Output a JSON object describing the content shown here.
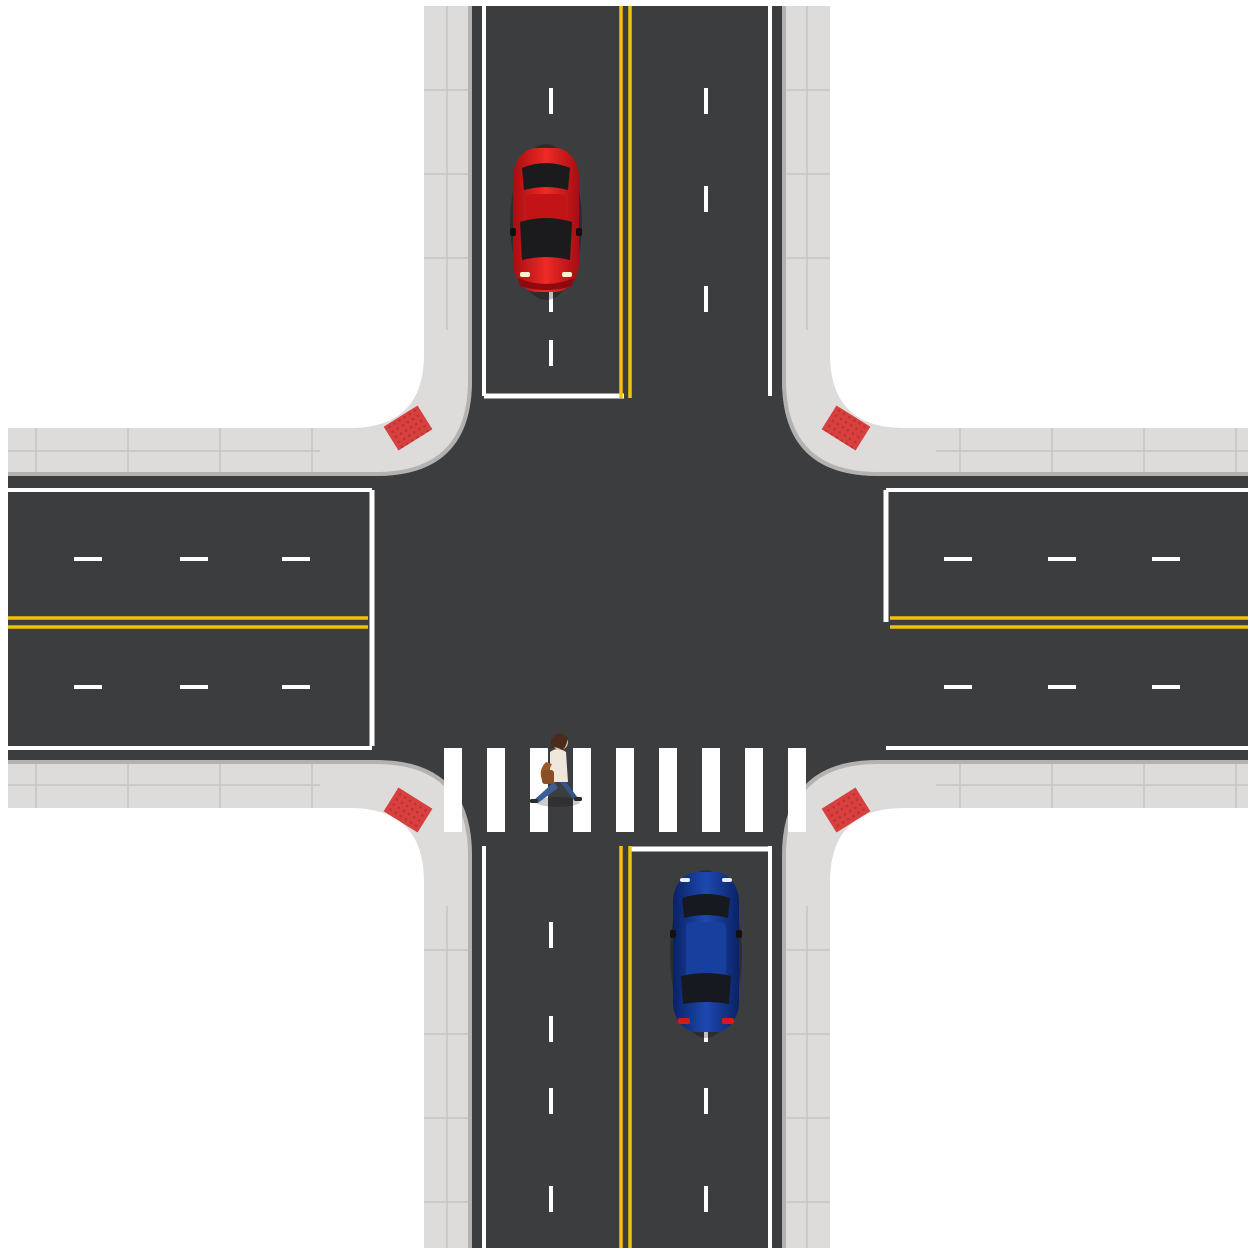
{
  "scene": {
    "type": "top-down-intersection",
    "colors": {
      "background": "#ffffff",
      "asphalt": "#3c3d3f",
      "sidewalk": "#dddcda",
      "curb": "#bdbcba",
      "paver_lines": "#c9c8c6",
      "lane_marking": "#ffffff",
      "center_line": "#f2c20a",
      "tactile_pad": "#d8403f",
      "red_car": "#d8141a",
      "blue_car": "#13368e",
      "pedestrian_shirt": "#efe6dc",
      "pedestrian_jeans": "#3c5e96",
      "pedestrian_bag": "#9a5b2b"
    },
    "roads": [
      "north",
      "south",
      "east",
      "west"
    ],
    "lanes_per_road": 2,
    "center_line_style": "double-yellow",
    "crosswalk": {
      "location": "south-approach",
      "stripe_count": 9
    },
    "vehicles": [
      {
        "name": "red-car",
        "color": "red",
        "road": "north",
        "lane": "left",
        "heading": "south"
      },
      {
        "name": "blue-car",
        "color": "blue",
        "road": "south",
        "lane": "right",
        "heading": "north"
      }
    ],
    "pedestrians": [
      {
        "name": "pedestrian-woman",
        "location": "crosswalk",
        "heading": "east",
        "carrying": "shoulder-bag"
      }
    ],
    "tactile_pads": [
      "north-west",
      "north-east",
      "south-west",
      "south-east"
    ]
  }
}
